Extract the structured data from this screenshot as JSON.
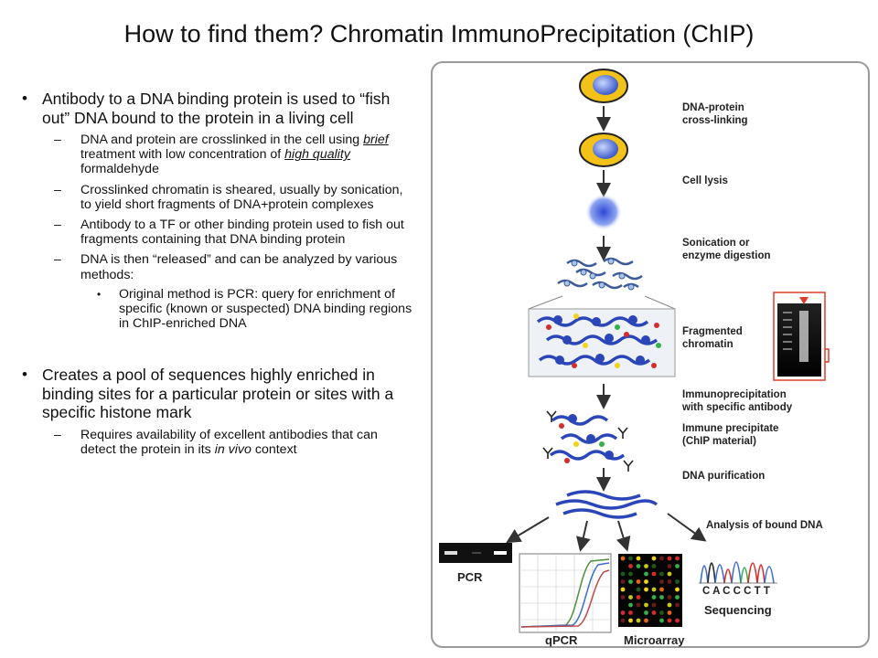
{
  "title": "How to find them? Chromatin ImmunoPrecipitation (ChIP)",
  "bullets": {
    "b1": "Antibody to a DNA binding protein is used to “fish out” DNA bound to the protein in a living cell",
    "sub1_a": "DNA and protein are crosslinked in the cell using ",
    "sub1_brief": "brief",
    "sub1_b": " treatment with low concentration of ",
    "sub1_hq": "high quality ",
    "sub1_c": "formaldehyde",
    "sub2": "Crosslinked chromatin is sheared, usually by sonication, to yield short fragments of DNA+protein complexes",
    "sub3": "Antibody to a TF or other binding protein used to fish out fragments containing that DNA binding protein",
    "sub4": "DNA is then “released” and can be analyzed by various methods:",
    "subsub1": "Original method is PCR: query for enrichment of specific (known or suspected) DNA binding regions in ChIP-enriched DNA",
    "b2": "Creates a pool of sequences highly enriched in binding sites for a particular protein or sites with a specific histone mark",
    "sub5_a": "Requires availability of excellent antibodies that can detect the protein in its ",
    "sub5_it": "in vivo",
    "sub5_b": " context",
    "bullet_char": "•",
    "dash_char": "–"
  },
  "figure": {
    "label_crosslink_1": "DNA-protein",
    "label_crosslink_2": "cross-linking",
    "label_lysis": "Cell lysis",
    "label_sonic_1": "Sonication or",
    "label_sonic_2": "enzyme digestion",
    "label_frag_1": "Fragmented",
    "label_frag_2": "chromatin",
    "label_ip_1": "Immunoprecipitation",
    "label_ip_2": "with specific antibody",
    "label_immune_1": "Immune precipitate",
    "label_immune_2": "(ChIP material)",
    "label_purif": "DNA purification",
    "label_analysis": "Analysis of bound DNA",
    "label_pcr": "PCR",
    "label_qpcr": "qPCR",
    "label_micro": "Microarray",
    "label_seq": "Sequencing",
    "seq_letters": "C A C C C T T",
    "colors": {
      "cell_yellow": "#f3c219",
      "nucleus_blue": "#4f6fd0",
      "dna_blue": "#2a46b8",
      "arrow": "#333333",
      "gel_red": "#e03a2a"
    }
  }
}
